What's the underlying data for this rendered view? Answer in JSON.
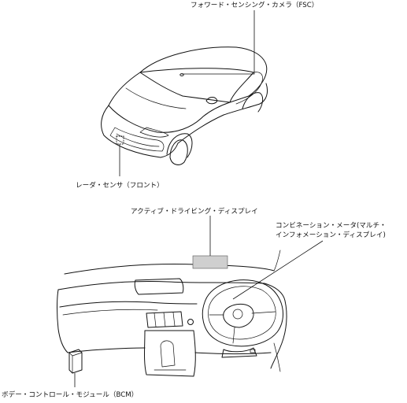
{
  "labels": {
    "front_camera": "フォワード・センシング・カメラ（FSC）",
    "radar_sensor": "レーダ・センサ（フロント）",
    "active_driving_display": "アクティブ・ドライビング・ディスプレイ",
    "combination_meter_line1": "コンビネーション・メータ(マルチ・",
    "combination_meter_line2": "インフォメーション・ディスプレイ)",
    "body_control_module": "ボデー・コントロール・モジュール（BCM）"
  }
}
